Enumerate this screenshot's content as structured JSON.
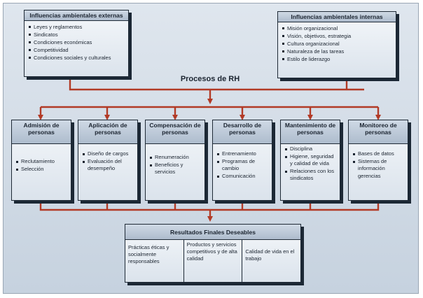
{
  "title": "Procesos de RH",
  "external": {
    "heading": "Influencias ambientales externas",
    "items": [
      "Leyes y reglamentos",
      "Sindicatos",
      "Condiciones económicas",
      "Competitividad",
      "Condiciones sociales y culturales"
    ]
  },
  "internal": {
    "heading": "Influencias ambientales internas",
    "items": [
      "Misión organizacional",
      "Visión, objetivos, estrategia",
      "Cultura organizacional",
      "Naturaleza de las tareas",
      "Estilo de liderazgo"
    ]
  },
  "processes": [
    {
      "heading": "Admisión de personas",
      "items": [
        "Reclutamiento",
        "Selección"
      ]
    },
    {
      "heading": "Aplicación de personas",
      "items": [
        "Diseño de cargos",
        "Evaluación del desempeño"
      ]
    },
    {
      "heading": "Compensación de personas",
      "items": [
        "Renumeración",
        "Beneficios y servicios"
      ]
    },
    {
      "heading": "Desarrollo de personas",
      "items": [
        "Entrenamiento",
        "Programas de cambio",
        "Comunicación"
      ]
    },
    {
      "heading": "Mantenimiento de personas",
      "items": [
        "Disciplina",
        "Higiene, seguridad y calidad de vida",
        "Relaciones con los sindicatos"
      ]
    },
    {
      "heading": "Monitoreo de personas",
      "items": [
        "Bases de datos",
        "Sistemas de información gerencias"
      ]
    }
  ],
  "results": {
    "heading": "Resultados Finales Deseables",
    "cells": [
      "Prácticas éticas y socialmente responsables",
      "Productos y servicios competitivos y de alta calidad",
      "Calidad de vida en el trabajo"
    ]
  },
  "colors": {
    "connector": "#b23a26"
  }
}
